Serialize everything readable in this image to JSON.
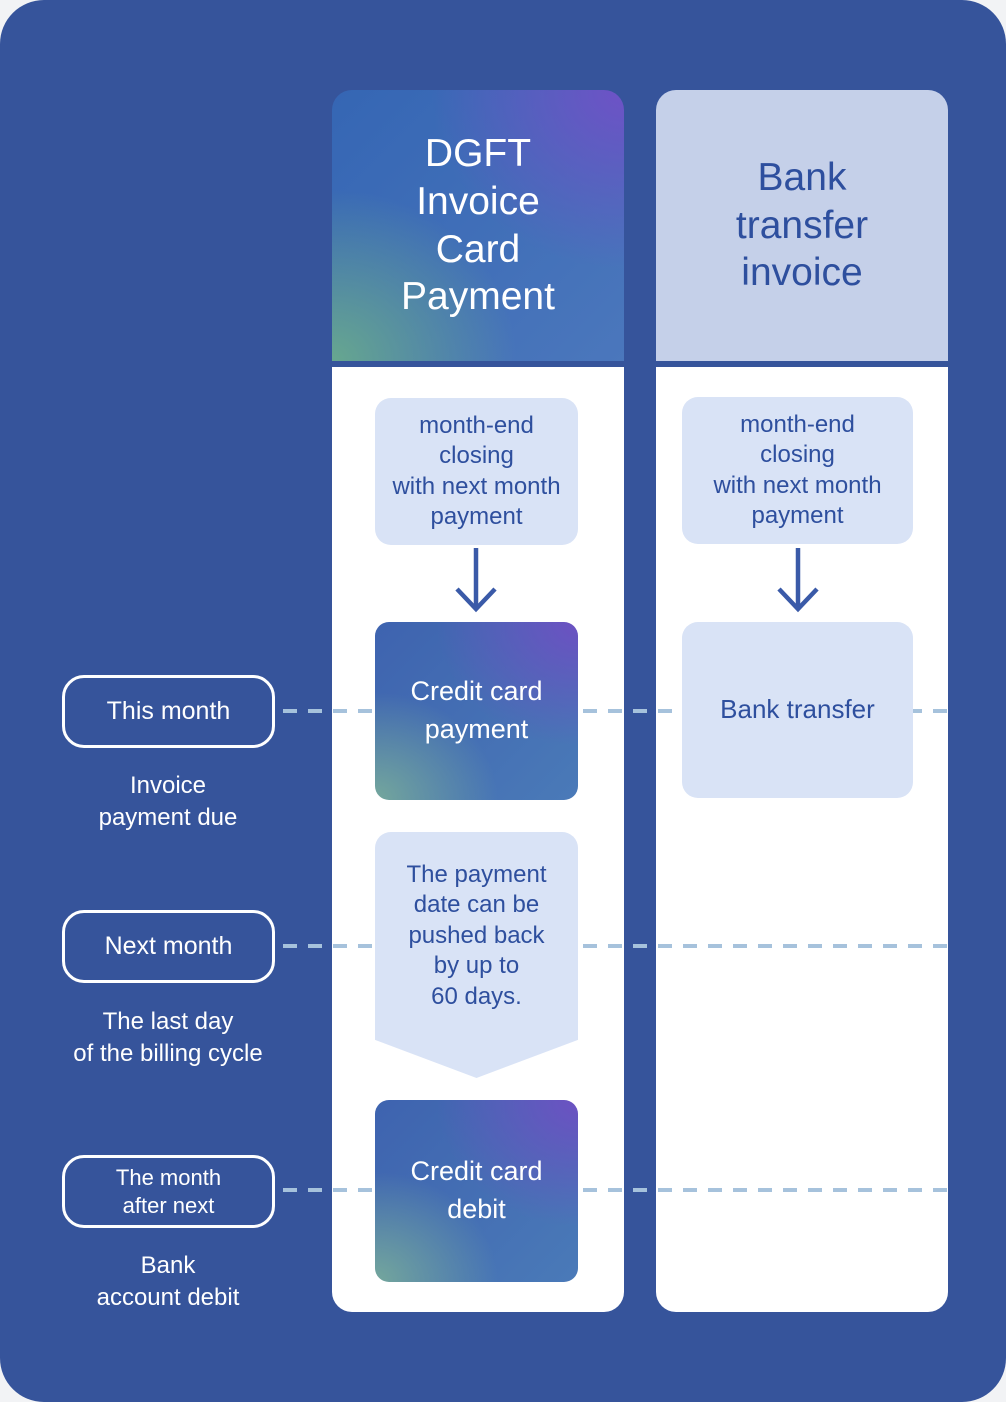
{
  "colors": {
    "panel_background": "#36549B",
    "page_margin": "#F2F3F5",
    "light_box": "#D9E3F6",
    "bank_header": "#C5D0E9",
    "dark_blue_text": "#2E4F9E",
    "white_text": "#FFFFFF",
    "dashed_line": "#A6C2DC",
    "gradient_blue": "#3E63AF",
    "gradient_purple": "#6C51C2",
    "gradient_teal": "#74A79C",
    "arrow": "#3A5AA8"
  },
  "timeline": {
    "rows": [
      {
        "pill": "This month",
        "caption": "Invoice\npayment due"
      },
      {
        "pill": "Next month",
        "caption": "The last day\nof the billing cycle"
      },
      {
        "pill": "The month\nafter next",
        "caption": "Bank\naccount debit"
      }
    ]
  },
  "card_column": {
    "header": "DGFT\nInvoice\nCard\nPayment",
    "closing_box": "month-end\nclosing\nwith next month\npayment",
    "payment_box": "Credit card\npayment",
    "note_banner": "The payment\ndate can be\npushed back\nby up to\n60 days.",
    "debit_box": "Credit card\ndebit"
  },
  "bank_column": {
    "header": "Bank\ntransfer\ninvoice",
    "closing_box": "month-end\nclosing\nwith next month\npayment",
    "transfer_box": "Bank transfer"
  }
}
